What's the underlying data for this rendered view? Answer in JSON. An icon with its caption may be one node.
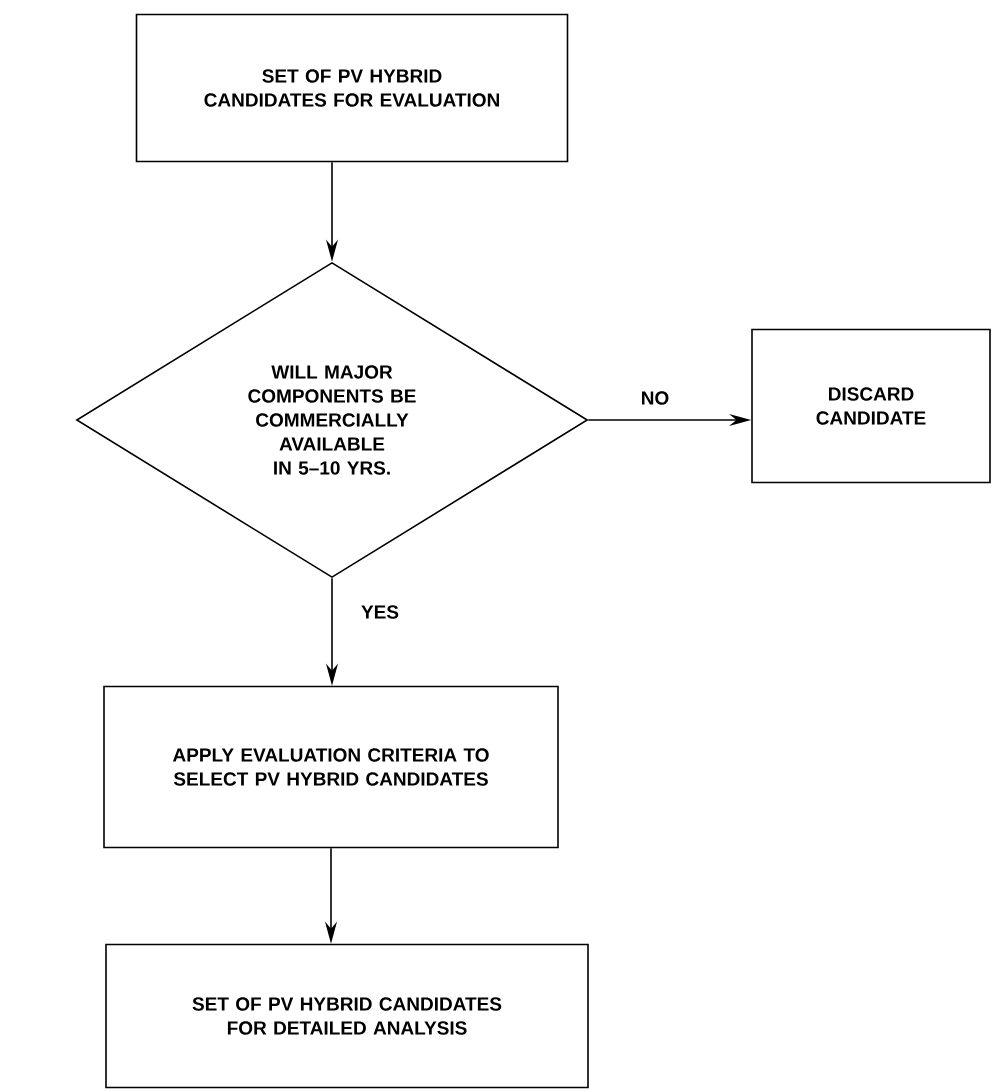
{
  "diagram": {
    "nodes": [
      {
        "text": [
          "SET OF PV HYBRID CANDIDATES FOR EVALUATION"
        ]
      },
      {
        "text": [
          "WILL MAJOR COMPONENTS BE COMMERCIALLY AVAILABLE IN 5–10 YRS."
        ]
      },
      {
        "text": [
          "DISCARD CANDIDATE"
        ]
      },
      {
        "text": [
          "APPLY EVALUATION CRITERIA TO SELECT PV HYBRID CANDIDATES"
        ]
      },
      {
        "text": [
          "SET OF PV HYBRID CANDIDATES FOR DETAILED ANALYSIS"
        ]
      }
    ],
    "edges": [
      {
        "from": 0,
        "to": 1,
        "arrow": "to"
      },
      {
        "from": 1,
        "to": 2,
        "arrow": "to",
        "label": "NO"
      },
      {
        "from": 1,
        "to": 3,
        "arrow": "to",
        "label": "YES"
      },
      {
        "from": 3,
        "to": 4,
        "arrow": "to"
      }
    ]
  }
}
